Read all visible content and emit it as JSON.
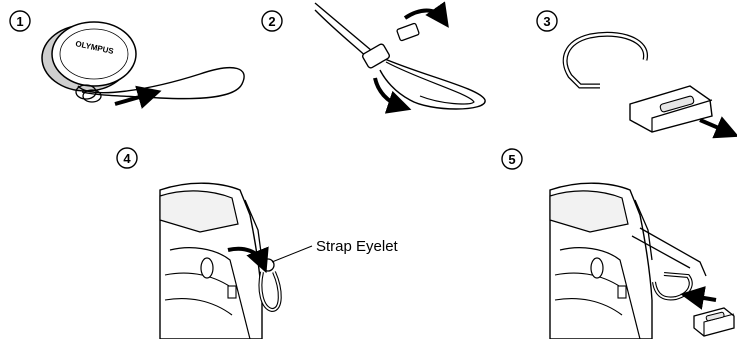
{
  "steps": [
    {
      "number": "1"
    },
    {
      "number": "2"
    },
    {
      "number": "3"
    },
    {
      "number": "4"
    },
    {
      "number": "5"
    }
  ],
  "lens_cap_brand": "OLYMPUS",
  "callout_label": "Strap Eyelet",
  "colors": {
    "line": "#000000",
    "fill": "#ffffff",
    "shade": "#d9d9d9"
  }
}
